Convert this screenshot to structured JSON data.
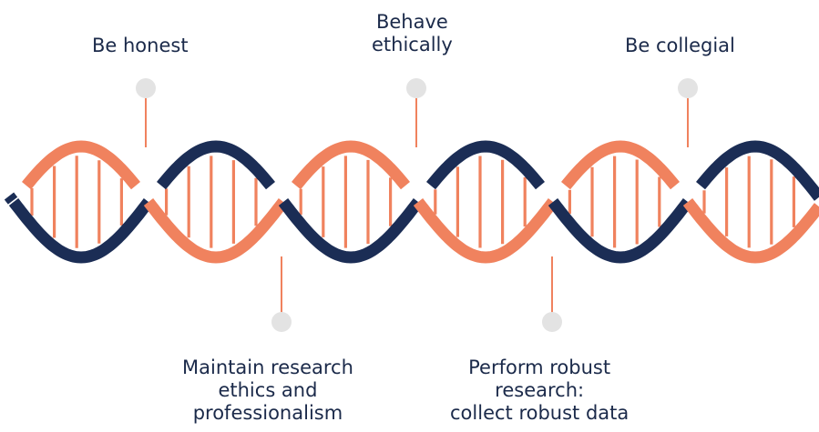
{
  "colors": {
    "strand_dark": "#1b2d55",
    "strand_orange": "#f0825e",
    "dot": "#e3e3e3",
    "text": "#1b2a4a"
  },
  "labels_top": [
    {
      "id": "be-honest",
      "lines": [
        "Be honest"
      ]
    },
    {
      "id": "behave-ethically",
      "lines": [
        "Behave",
        "ethically"
      ]
    },
    {
      "id": "be-collegial",
      "lines": [
        "Be collegial"
      ]
    }
  ],
  "labels_bottom": [
    {
      "id": "maintain-research-ethics",
      "lines": [
        "Maintain research",
        "ethics and",
        "professionalism"
      ]
    },
    {
      "id": "perform-robust-research",
      "lines": [
        "Perform robust",
        "research:",
        "collect robust data"
      ]
    }
  ]
}
